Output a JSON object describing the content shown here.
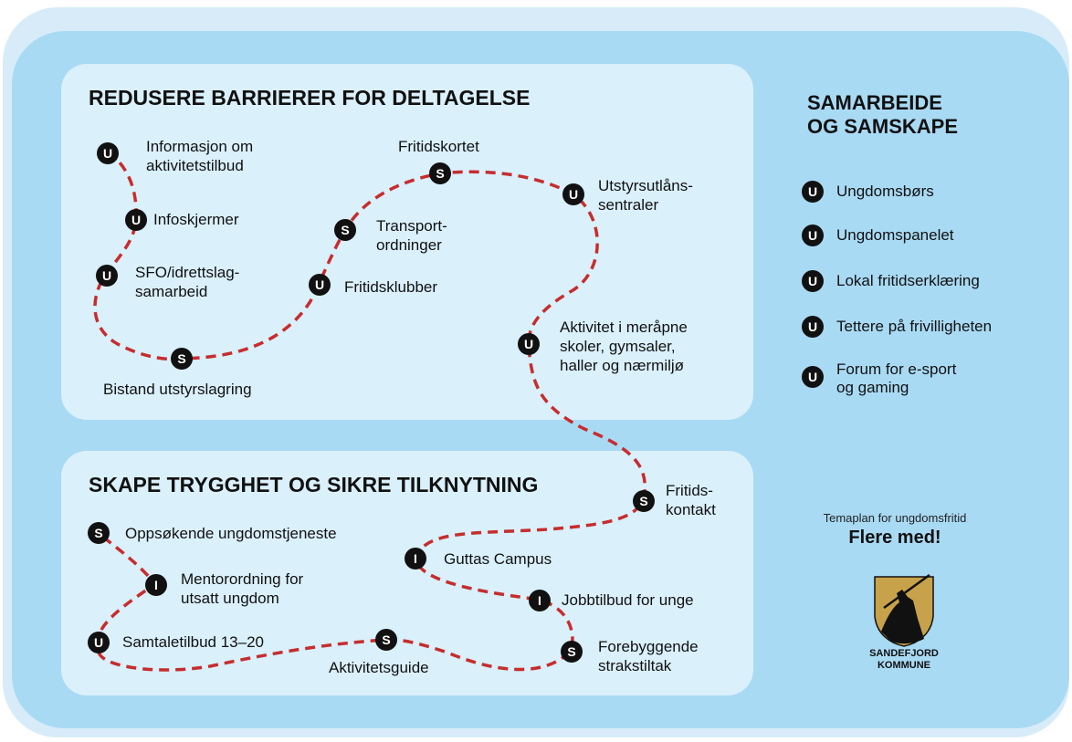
{
  "colors": {
    "outer_frame": "#d7ecf8",
    "main_bg": "#a9daf4",
    "panel": "#daf0fb",
    "path": "#c62d2d",
    "marker": "#111111",
    "crest_gold": "#c8a24a"
  },
  "sections": {
    "top": {
      "title": "REDUSERE BARRIERER FOR DELTAGELSE"
    },
    "bottom": {
      "title": "SKAPE TRYGGHET OG SIKRE TILKNYTNING"
    },
    "right": {
      "title_line1": "SAMARBEIDE",
      "title_line2": "OG SAMSKAPE"
    }
  },
  "top_nodes": [
    {
      "marker": "U",
      "lines": [
        "Informasjon om",
        "aktivitetstilbud"
      ]
    },
    {
      "marker": "U",
      "lines": [
        "Infoskjermer"
      ]
    },
    {
      "marker": "U",
      "lines": [
        "SFO/idrettslag-",
        "samarbeid"
      ]
    },
    {
      "marker": "S",
      "lines": [
        "Bistand utstyrslagring"
      ]
    },
    {
      "marker": "U",
      "lines": [
        "Fritidsklubber"
      ]
    },
    {
      "marker": "S",
      "lines": [
        "Transport-",
        "ordninger"
      ]
    },
    {
      "marker": "S",
      "lines": [
        "Fritidskortet"
      ]
    },
    {
      "marker": "U",
      "lines": [
        "Utstyrsutlåns-",
        "sentraler"
      ]
    },
    {
      "marker": "U",
      "lines": [
        "Aktivitet i meråpne",
        "skoler, gymsaler,",
        "haller og nærmiljø"
      ]
    }
  ],
  "bottom_nodes": [
    {
      "marker": "S",
      "lines": [
        "Fritids-",
        "kontakt"
      ]
    },
    {
      "marker": "I",
      "lines": [
        "Guttas Campus"
      ]
    },
    {
      "marker": "I",
      "lines": [
        "Jobbtilbud for unge"
      ]
    },
    {
      "marker": "S",
      "lines": [
        "Forebyggende",
        "strakstiltak"
      ]
    },
    {
      "marker": "S",
      "lines": [
        "Aktivitetsguide"
      ]
    },
    {
      "marker": "U",
      "lines": [
        "Samtaletilbud 13–20"
      ]
    },
    {
      "marker": "I",
      "lines": [
        "Mentorordning for",
        "utsatt ungdom"
      ]
    },
    {
      "marker": "S",
      "lines": [
        "Oppsøkende ungdomstjeneste"
      ]
    }
  ],
  "right_items": [
    {
      "marker": "U",
      "lines": [
        "Ungdomsbørs"
      ]
    },
    {
      "marker": "U",
      "lines": [
        "Ungdomspanelet"
      ]
    },
    {
      "marker": "U",
      "lines": [
        "Lokal fritidserklæring"
      ]
    },
    {
      "marker": "U",
      "lines": [
        "Tettere på frivilligheten"
      ]
    },
    {
      "marker": "U",
      "lines": [
        "Forum for e-sport",
        "og gaming"
      ]
    }
  ],
  "branding": {
    "subtitle": "Temaplan for ungdomsfritid",
    "title": "Flere med!",
    "org_line1": "SANDEFJORD",
    "org_line2": "KOMMUNE"
  }
}
